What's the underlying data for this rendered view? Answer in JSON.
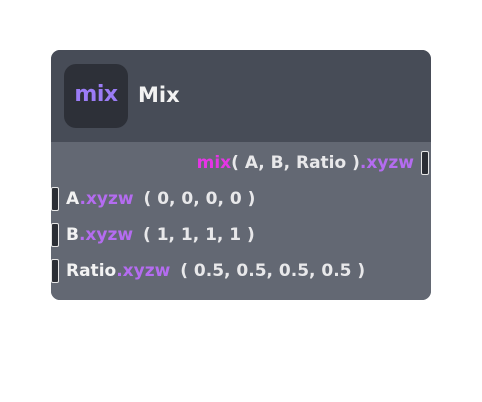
{
  "node": {
    "icon_label": "mix",
    "title": "Mix"
  },
  "output": {
    "func": "mix",
    "args": "( A, B, Ratio )",
    "swizzle": ".xyzw"
  },
  "inputs": [
    {
      "name": "A",
      "swizzle": ".xyzw",
      "value": "( 0, 0, 0, 0 )"
    },
    {
      "name": "B",
      "swizzle": ".xyzw",
      "value": "( 1, 1, 1, 1 )"
    },
    {
      "name": "Ratio",
      "swizzle": ".xyzw",
      "value": "( 0.5, 0.5, 0.5, 0.5 )"
    }
  ],
  "colors": {
    "header_bg": "#474c57",
    "body_bg": "#636873",
    "icon_bg": "#2d3038",
    "icon_text": "#9b7cf6",
    "function_keyword": "#e534e5",
    "swizzle": "#b46cf0",
    "text": "#f2f2f2"
  }
}
